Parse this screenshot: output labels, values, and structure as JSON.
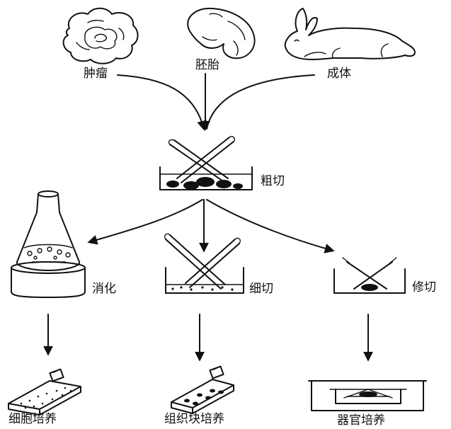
{
  "sources": [
    {
      "id": "tumor",
      "label": "肿瘤"
    },
    {
      "id": "embryo",
      "label": "胚胎"
    },
    {
      "id": "adult",
      "label": "成体"
    }
  ],
  "mince": {
    "label": "粗切"
  },
  "methods": [
    {
      "id": "digest",
      "label": "消化"
    },
    {
      "id": "fine-cut",
      "label": "细切"
    },
    {
      "id": "trim",
      "label": "修切"
    }
  ],
  "cultures": [
    {
      "id": "cell-culture",
      "label": "细胞培养"
    },
    {
      "id": "tissue-block-culture",
      "label": "组织块培养"
    },
    {
      "id": "organ-culture",
      "label": "器官培养"
    }
  ],
  "colors": {
    "ink": "#111111",
    "background": "#ffffff"
  }
}
